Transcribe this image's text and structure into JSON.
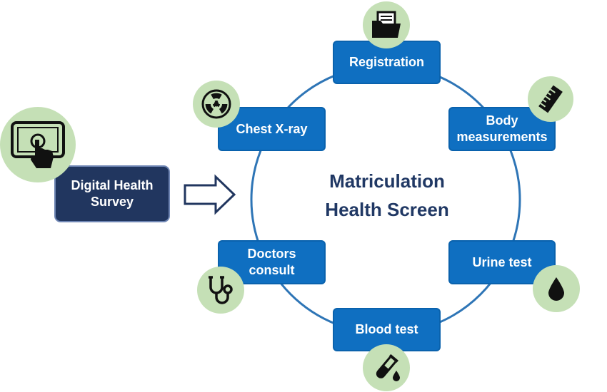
{
  "diagram": {
    "title": "Matriculation\nHealth Screen",
    "entry": {
      "label": "Digital Health\nSurvey",
      "icon": "tablet-touch-icon"
    },
    "steps": [
      {
        "id": "registration",
        "label": "Registration",
        "icon": "folder-documents-icon"
      },
      {
        "id": "body",
        "label": "Body\nmeasurements",
        "icon": "ruler-icon"
      },
      {
        "id": "urine",
        "label": "Urine test",
        "icon": "water-drop-icon"
      },
      {
        "id": "blood",
        "label": "Blood test",
        "icon": "test-tube-icon"
      },
      {
        "id": "doctor",
        "label": "Doctors\nconsult",
        "icon": "stethoscope-icon"
      },
      {
        "id": "xray",
        "label": "Chest X-ray",
        "icon": "radiation-icon"
      }
    ],
    "colors": {
      "step_box": "#0f6fc1",
      "entry_box": "#21365f",
      "ring": "#2e75b6",
      "icon_badge": "#c5e0b6",
      "title_text": "#203864"
    }
  }
}
